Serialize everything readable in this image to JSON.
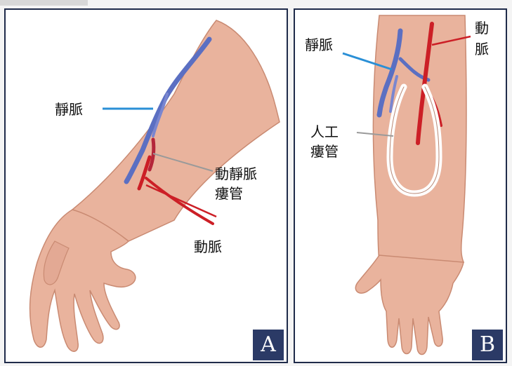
{
  "panels": [
    {
      "id": "A",
      "labels": {
        "vein": "靜脈",
        "fistula_line1": "動靜脈",
        "fistula_line2": "瘻管",
        "artery": "動脈"
      }
    },
    {
      "id": "B",
      "labels": {
        "vein": "靜脈",
        "artery_line1": "動",
        "artery_line2": "脈",
        "graft_line1": "人工",
        "graft_line2": "瘻管"
      }
    }
  ],
  "colors": {
    "skin": "#e9b39d",
    "skin_shadow": "#d49880",
    "vein": "#5b6fc2",
    "artery": "#cc1f26",
    "graft": "#ffffff",
    "frame": "#1f2b4a",
    "tag_bg": "#2b3a66",
    "vein_pointer": "#2a8fd6"
  }
}
